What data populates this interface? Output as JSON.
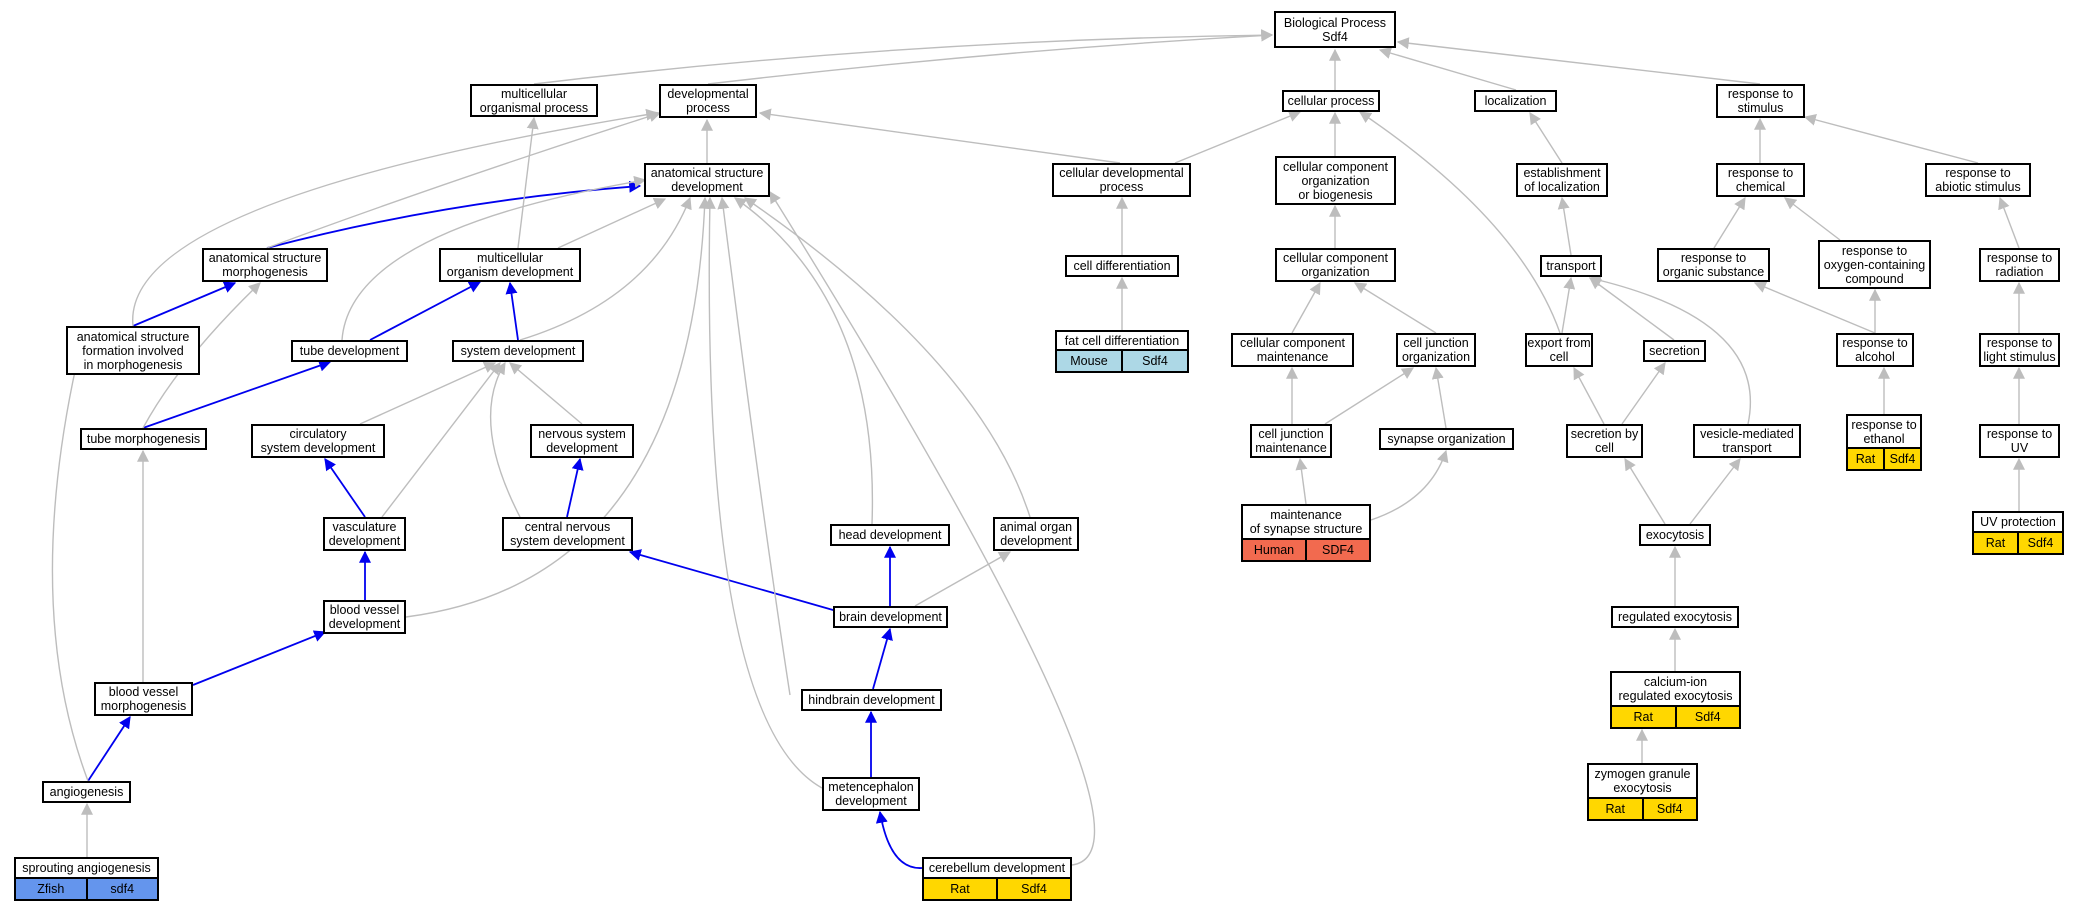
{
  "colors": {
    "gray_edge": "#bdbdbd",
    "blue_edge": "#0000ee",
    "mouse": "#add8e6",
    "human": "#f26a4f",
    "rat": "#ffd700",
    "zfish": "#6495ed"
  },
  "nodes": [
    {
      "id": "bp",
      "label": "Biological Process\nSdf4"
    },
    {
      "id": "mop",
      "label": "multicellular\norganismal process"
    },
    {
      "id": "dp",
      "label": "developmental\nprocess"
    },
    {
      "id": "cp",
      "label": "cellular process"
    },
    {
      "id": "loc",
      "label": "localization"
    },
    {
      "id": "rts",
      "label": "response to\nstimulus"
    },
    {
      "id": "asd",
      "label": "anatomical structure\ndevelopment"
    },
    {
      "id": "cdp",
      "label": "cellular developmental\nprocess"
    },
    {
      "id": "ccob",
      "label": "cellular component\norganization\nor biogenesis"
    },
    {
      "id": "eol",
      "label": "establishment\nof localization"
    },
    {
      "id": "rtc",
      "label": "response to\nchemical"
    },
    {
      "id": "rtas",
      "label": "response to\nabiotic stimulus"
    },
    {
      "id": "asm",
      "label": "anatomical structure\nmorphogenesis"
    },
    {
      "id": "mod",
      "label": "multicellular\norganism development"
    },
    {
      "id": "cd",
      "label": "cell differentiation"
    },
    {
      "id": "cco",
      "label": "cellular component\norganization"
    },
    {
      "id": "tr",
      "label": "transport"
    },
    {
      "id": "rtos",
      "label": "response to\norganic substance"
    },
    {
      "id": "rtocc",
      "label": "response to\noxygen-containing\ncompound"
    },
    {
      "id": "rtrad",
      "label": "response to\nradiation"
    },
    {
      "id": "asfim",
      "label": "anatomical structure\nformation involved\nin morphogenesis"
    },
    {
      "id": "td",
      "label": "tube development"
    },
    {
      "id": "sd",
      "label": "system development"
    },
    {
      "id": "fcd",
      "label": "fat cell differentiation",
      "species": [
        {
          "name": "Mouse",
          "color": "mouse"
        },
        {
          "name": "Sdf4",
          "color": "mouse"
        }
      ]
    },
    {
      "id": "ccm",
      "label": "cellular component\nmaintenance"
    },
    {
      "id": "cjo",
      "label": "cell junction\norganization"
    },
    {
      "id": "efc",
      "label": "export from\ncell"
    },
    {
      "id": "sec",
      "label": "secretion"
    },
    {
      "id": "rta",
      "label": "response to\nalcohol"
    },
    {
      "id": "rtls",
      "label": "response to\nlight stimulus"
    },
    {
      "id": "tm",
      "label": "tube morphogenesis"
    },
    {
      "id": "csd",
      "label": "circulatory\nsystem development"
    },
    {
      "id": "nsd",
      "label": "nervous system\ndevelopment"
    },
    {
      "id": "cjm",
      "label": "cell junction\nmaintenance"
    },
    {
      "id": "so",
      "label": "synapse organization"
    },
    {
      "id": "sbc",
      "label": "secretion by\ncell"
    },
    {
      "id": "vmt",
      "label": "vesicle-mediated\ntransport"
    },
    {
      "id": "rte",
      "label": "response to\nethanol",
      "species": [
        {
          "name": "Rat",
          "color": "rat"
        },
        {
          "name": "Sdf4",
          "color": "rat"
        }
      ]
    },
    {
      "id": "rtuv",
      "label": "response to\nUV"
    },
    {
      "id": "vd",
      "label": "vasculature\ndevelopment"
    },
    {
      "id": "cnsd",
      "label": "central nervous\nsystem development"
    },
    {
      "id": "hd",
      "label": "head development"
    },
    {
      "id": "aod",
      "label": "animal organ\ndevelopment"
    },
    {
      "id": "moss",
      "label": "maintenance\nof synapse structure",
      "species": [
        {
          "name": "Human",
          "color": "human"
        },
        {
          "name": "SDF4",
          "color": "human"
        }
      ]
    },
    {
      "id": "exo",
      "label": "exocytosis"
    },
    {
      "id": "uvp",
      "label": "UV protection",
      "species": [
        {
          "name": "Rat",
          "color": "rat"
        },
        {
          "name": "Sdf4",
          "color": "rat"
        }
      ]
    },
    {
      "id": "bvd",
      "label": "blood vessel\ndevelopment"
    },
    {
      "id": "bd",
      "label": "brain development"
    },
    {
      "id": "rexo",
      "label": "regulated exocytosis"
    },
    {
      "id": "bvm",
      "label": "blood vessel\nmorphogenesis"
    },
    {
      "id": "hbd",
      "label": "hindbrain development"
    },
    {
      "id": "cirexo",
      "label": "calcium-ion\nregulated exocytosis",
      "species": [
        {
          "name": "Rat",
          "color": "rat"
        },
        {
          "name": "Sdf4",
          "color": "rat"
        }
      ]
    },
    {
      "id": "ang",
      "label": "angiogenesis"
    },
    {
      "id": "md",
      "label": "metencephalon\ndevelopment"
    },
    {
      "id": "zge",
      "label": "zymogen granule\nexocytosis",
      "species": [
        {
          "name": "Rat",
          "color": "rat"
        },
        {
          "name": "Sdf4",
          "color": "rat"
        }
      ]
    },
    {
      "id": "sa",
      "label": "sprouting angiogenesis",
      "species": [
        {
          "name": "Zfish",
          "color": "zfish"
        },
        {
          "name": "sdf4",
          "color": "zfish"
        }
      ]
    },
    {
      "id": "cbd",
      "label": "cerebellum development",
      "species": [
        {
          "name": "Rat",
          "color": "rat"
        },
        {
          "name": "Sdf4",
          "color": "rat"
        }
      ]
    }
  ],
  "edges": [
    {
      "from": "mop",
      "to": "bp",
      "color": "gray"
    },
    {
      "from": "dp",
      "to": "bp",
      "color": "gray"
    },
    {
      "from": "cp",
      "to": "bp",
      "color": "gray"
    },
    {
      "from": "loc",
      "to": "bp",
      "color": "gray"
    },
    {
      "from": "rts",
      "to": "bp",
      "color": "gray"
    },
    {
      "from": "asd",
      "to": "dp",
      "color": "gray"
    },
    {
      "from": "cdp",
      "to": "dp",
      "color": "gray"
    },
    {
      "from": "cdp",
      "to": "cp",
      "color": "gray"
    },
    {
      "from": "ccob",
      "to": "cp",
      "color": "gray"
    },
    {
      "from": "eol",
      "to": "loc",
      "color": "gray"
    },
    {
      "from": "rtc",
      "to": "rts",
      "color": "gray"
    },
    {
      "from": "rtas",
      "to": "rts",
      "color": "gray"
    },
    {
      "from": "asm",
      "to": "asd",
      "color": "blue"
    },
    {
      "from": "asm",
      "to": "dp",
      "color": "gray"
    },
    {
      "from": "mod",
      "to": "asd",
      "color": "gray"
    },
    {
      "from": "mod",
      "to": "mop",
      "color": "gray"
    },
    {
      "from": "cd",
      "to": "cdp",
      "color": "gray"
    },
    {
      "from": "cco",
      "to": "ccob",
      "color": "gray"
    },
    {
      "from": "tr",
      "to": "eol",
      "color": "gray"
    },
    {
      "from": "rtos",
      "to": "rtc",
      "color": "gray"
    },
    {
      "from": "rtocc",
      "to": "rtc",
      "color": "gray"
    },
    {
      "from": "rtrad",
      "to": "rtas",
      "color": "gray"
    },
    {
      "from": "asfim",
      "to": "asm",
      "color": "blue"
    },
    {
      "from": "asfim",
      "to": "dp",
      "color": "gray"
    },
    {
      "from": "td",
      "to": "mod",
      "color": "blue"
    },
    {
      "from": "td",
      "to": "asd",
      "color": "gray"
    },
    {
      "from": "sd",
      "to": "mod",
      "color": "blue"
    },
    {
      "from": "sd",
      "to": "asd",
      "color": "gray"
    },
    {
      "from": "fcd",
      "to": "cd",
      "color": "gray"
    },
    {
      "from": "ccm",
      "to": "cco",
      "color": "gray"
    },
    {
      "from": "cjo",
      "to": "cco",
      "color": "gray"
    },
    {
      "from": "efc",
      "to": "tr",
      "color": "gray"
    },
    {
      "from": "efc",
      "to": "cp",
      "color": "gray"
    },
    {
      "from": "sec",
      "to": "tr",
      "color": "gray"
    },
    {
      "from": "rta",
      "to": "rtos",
      "color": "gray"
    },
    {
      "from": "rta",
      "to": "rtocc",
      "color": "gray"
    },
    {
      "from": "rtls",
      "to": "rtrad",
      "color": "gray"
    },
    {
      "from": "tm",
      "to": "td",
      "color": "blue"
    },
    {
      "from": "tm",
      "to": "asm",
      "color": "gray"
    },
    {
      "from": "csd",
      "to": "sd",
      "color": "gray"
    },
    {
      "from": "nsd",
      "to": "sd",
      "color": "gray"
    },
    {
      "from": "cjm",
      "to": "ccm",
      "color": "gray"
    },
    {
      "from": "cjm",
      "to": "cjo",
      "color": "gray"
    },
    {
      "from": "so",
      "to": "cjo",
      "color": "gray"
    },
    {
      "from": "sbc",
      "to": "efc",
      "color": "gray"
    },
    {
      "from": "sbc",
      "to": "sec",
      "color": "gray"
    },
    {
      "from": "vmt",
      "to": "tr",
      "color": "gray"
    },
    {
      "from": "rte",
      "to": "rta",
      "color": "gray"
    },
    {
      "from": "rtuv",
      "to": "rtls",
      "color": "gray"
    },
    {
      "from": "vd",
      "to": "csd",
      "color": "blue"
    },
    {
      "from": "vd",
      "to": "sd",
      "color": "gray"
    },
    {
      "from": "cnsd",
      "to": "nsd",
      "color": "blue"
    },
    {
      "from": "cnsd",
      "to": "sd",
      "color": "gray"
    },
    {
      "from": "hd",
      "to": "asd",
      "color": "gray"
    },
    {
      "from": "aod",
      "to": "asd",
      "color": "gray"
    },
    {
      "from": "moss",
      "to": "cjm",
      "color": "gray"
    },
    {
      "from": "moss",
      "to": "so",
      "color": "gray"
    },
    {
      "from": "exo",
      "to": "sbc",
      "color": "gray"
    },
    {
      "from": "exo",
      "to": "vmt",
      "color": "gray"
    },
    {
      "from": "uvp",
      "to": "rtuv",
      "color": "gray"
    },
    {
      "from": "bvd",
      "to": "vd",
      "color": "blue"
    },
    {
      "from": "bvd",
      "to": "asd",
      "color": "gray"
    },
    {
      "from": "bd",
      "to": "hd",
      "color": "blue"
    },
    {
      "from": "bd",
      "to": "cnsd",
      "color": "blue"
    },
    {
      "from": "bd",
      "to": "aod",
      "color": "gray"
    },
    {
      "from": "rexo",
      "to": "exo",
      "color": "gray"
    },
    {
      "from": "bvm",
      "to": "bvd",
      "color": "blue"
    },
    {
      "from": "bvm",
      "to": "tm",
      "color": "gray"
    },
    {
      "from": "hbd",
      "to": "bd",
      "color": "blue"
    },
    {
      "from": "hbd",
      "to": "asd",
      "color": "gray"
    },
    {
      "from": "cirexo",
      "to": "rexo",
      "color": "gray"
    },
    {
      "from": "ang",
      "to": "bvm",
      "color": "blue"
    },
    {
      "from": "ang",
      "to": "asfim",
      "color": "gray"
    },
    {
      "from": "md",
      "to": "hbd",
      "color": "blue"
    },
    {
      "from": "md",
      "to": "asd",
      "color": "gray"
    },
    {
      "from": "zge",
      "to": "cirexo",
      "color": "gray"
    },
    {
      "from": "sa",
      "to": "ang",
      "color": "gray"
    },
    {
      "from": "cbd",
      "to": "md",
      "color": "blue"
    },
    {
      "from": "cbd",
      "to": "asd",
      "color": "gray"
    }
  ]
}
